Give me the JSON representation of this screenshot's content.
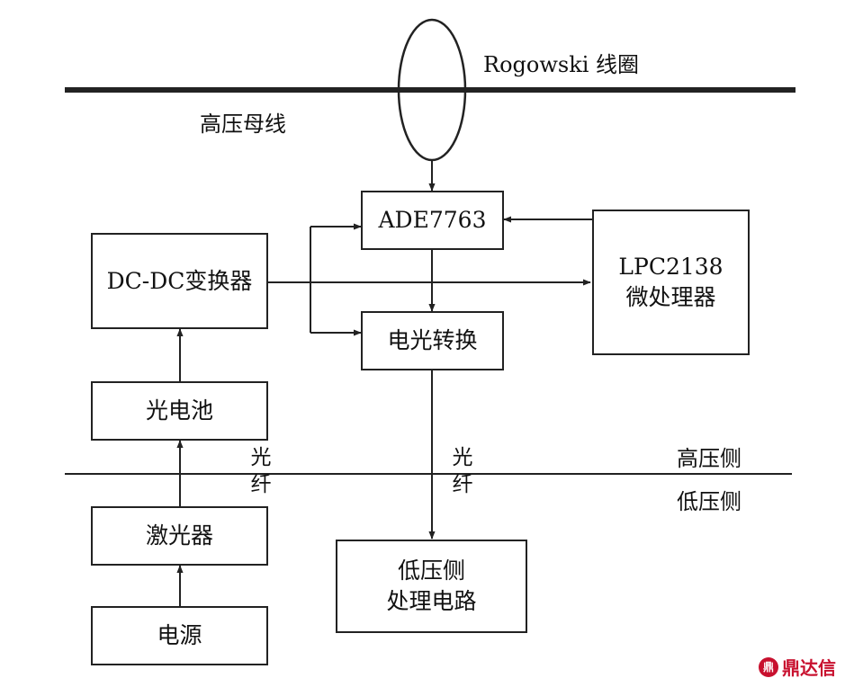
{
  "labels": {
    "rogowski": "Rogowski 线圈",
    "bus": "高压母线",
    "high_side": "高压侧",
    "low_side": "低压侧",
    "fiber_left": [
      "光",
      "纤"
    ],
    "fiber_right": [
      "光",
      "纤"
    ]
  },
  "blocks": {
    "ade": [
      "ADE7763"
    ],
    "lpc": [
      "LPC2138",
      "微处理器"
    ],
    "dcdc": [
      "DC-DC变换器"
    ],
    "eo": [
      "电光转换"
    ],
    "pv": [
      "光电池"
    ],
    "laser": [
      "激光器"
    ],
    "power": [
      "电源"
    ],
    "lowproc": [
      "低压侧",
      "处理电路"
    ]
  },
  "watermark": {
    "text": "鼎达信",
    "seal_glyph": "鼎"
  },
  "colors": {
    "line": "#222222",
    "watermark": "#c8102e"
  }
}
